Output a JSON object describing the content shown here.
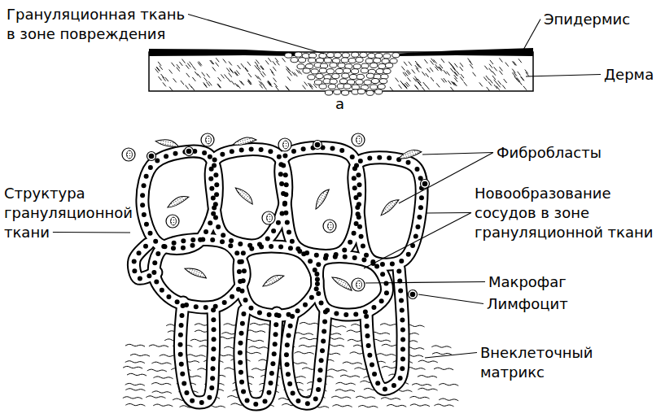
{
  "diagram": {
    "labels": [
      "Грануляционная ткань в зоне повреждения",
      "Эпидермис",
      "Дерма",
      "а",
      "Фибробласты",
      "Структура грануляционной ткани",
      "Новообразование сосудов в зоне грануляционной ткани",
      "Макрофаг",
      "Лимфоцит",
      "Внеклеточный матрикс"
    ]
  }
}
